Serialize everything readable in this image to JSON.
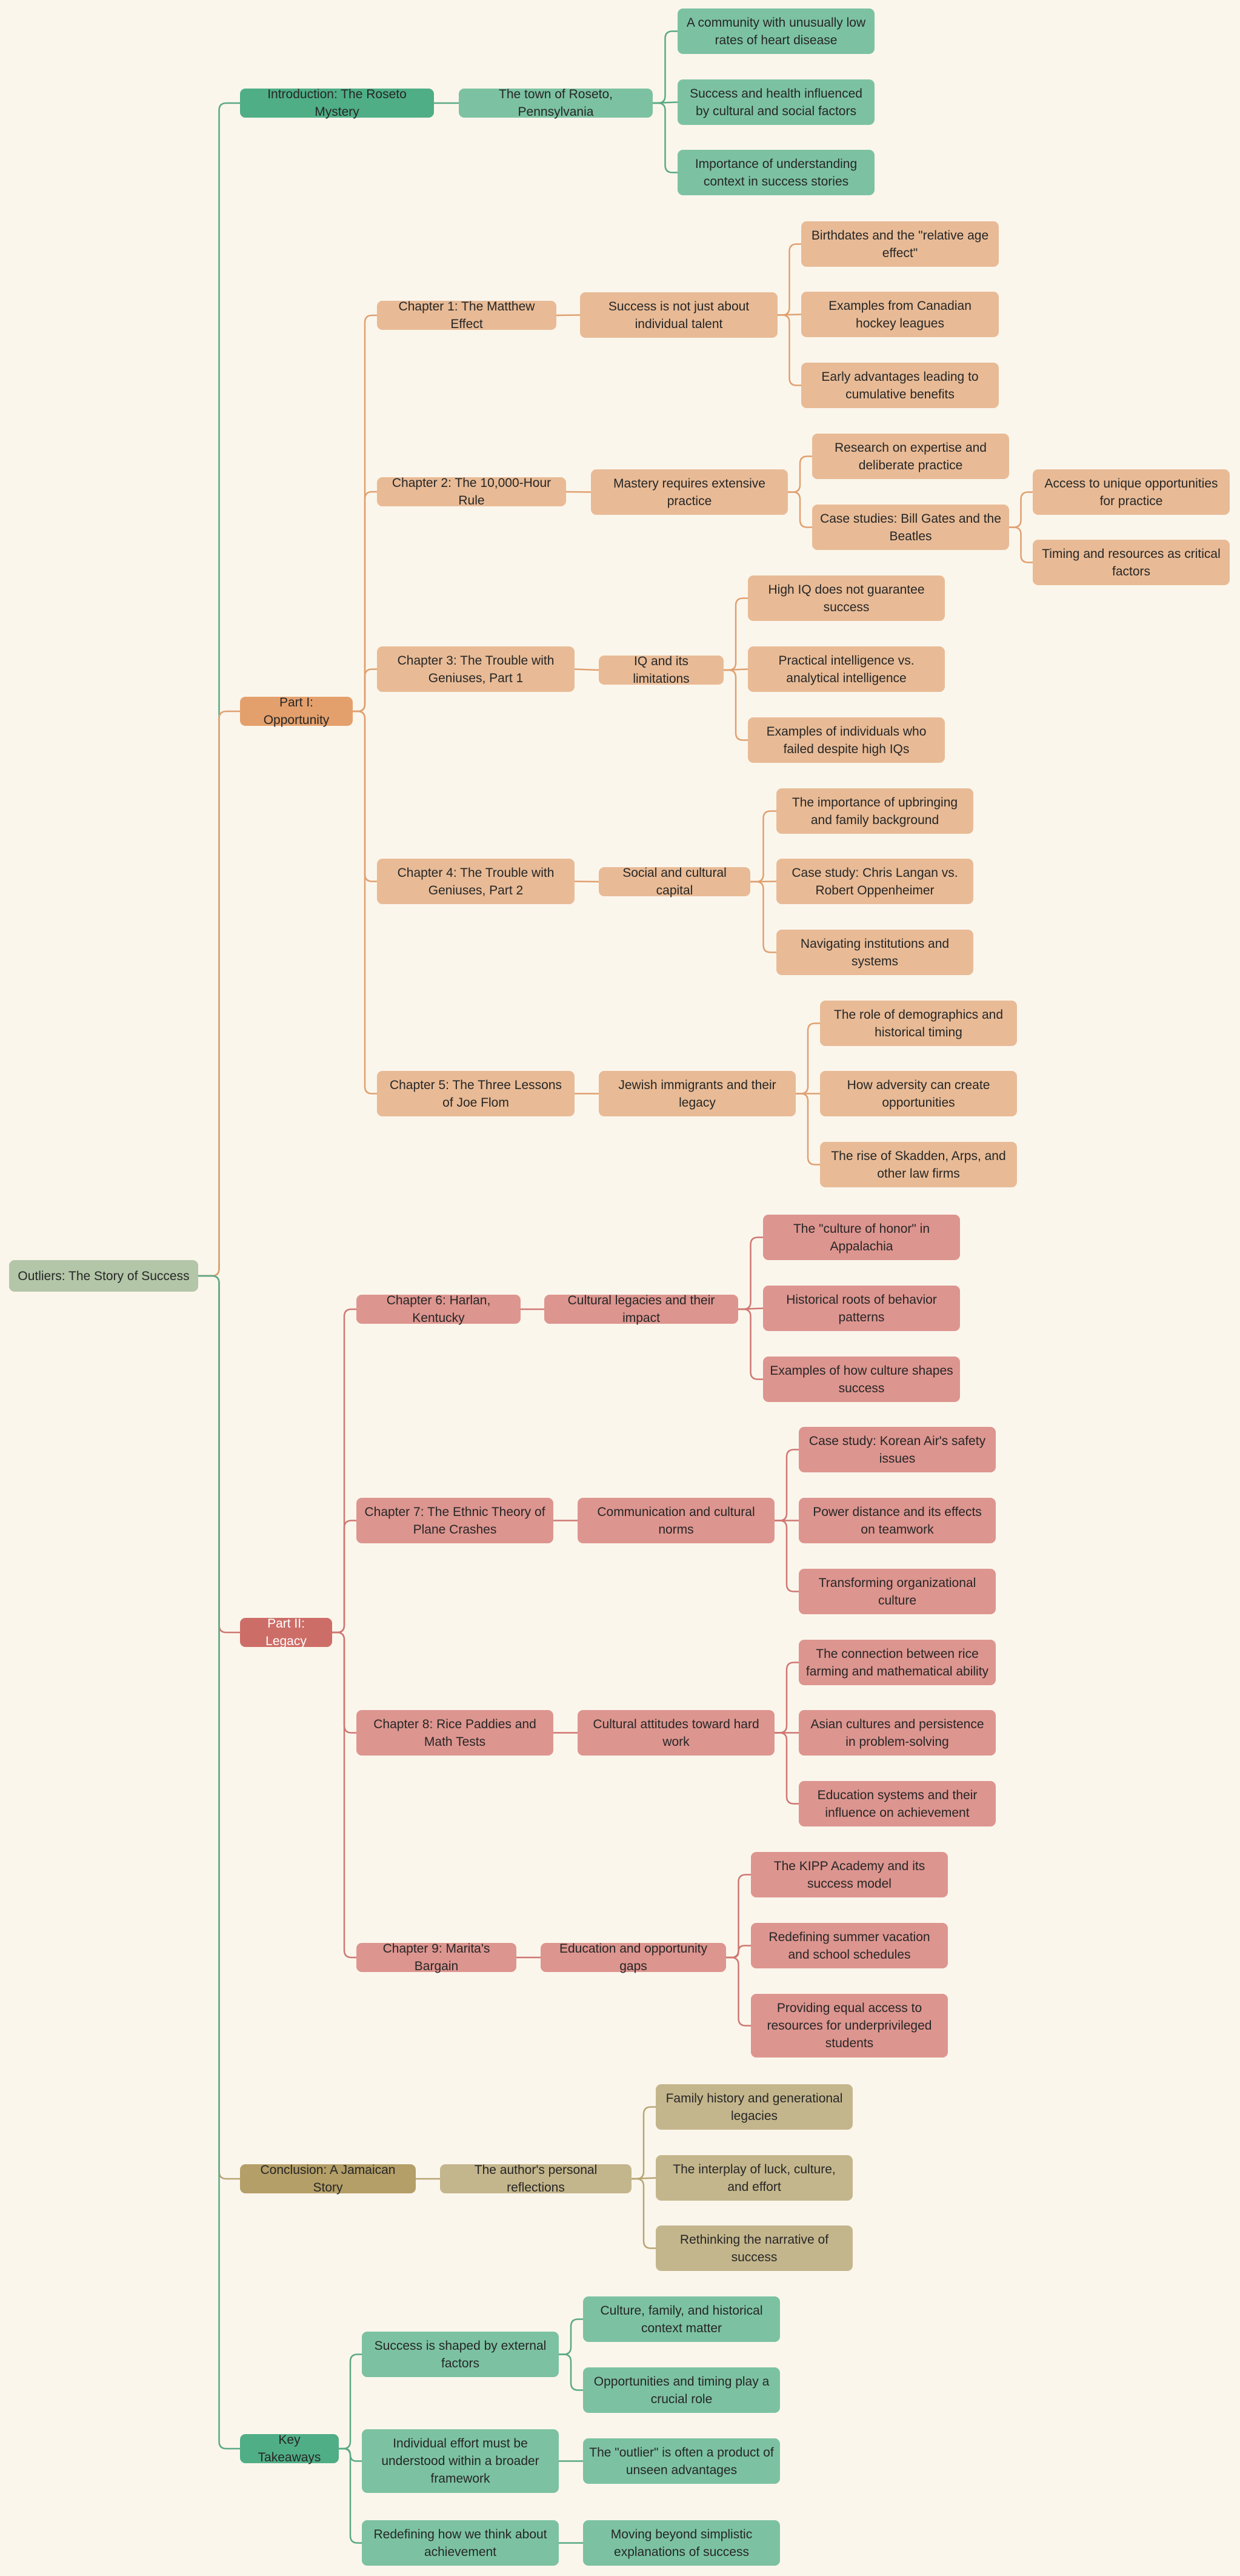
{
  "root": "Outliers: The Story of Success",
  "sections": [
    {
      "id": "intro",
      "label": "Introduction: The Roseto Mystery",
      "color": "#4fae86",
      "children": [
        {
          "label": "The town of Roseto, Pennsylvania",
          "children": [
            {
              "label": "A community with unusually low rates of heart disease"
            },
            {
              "label": "Success and health influenced by cultural and social factors"
            },
            {
              "label": "Importance of understanding context in success stories"
            }
          ]
        }
      ]
    },
    {
      "id": "part1",
      "label": "Part I: Opportunity",
      "color": "#e4a06c",
      "children": [
        {
          "label": "Chapter 1: The Matthew Effect",
          "children": [
            {
              "label": "Success is not just about individual talent",
              "children": [
                {
                  "label": "Birthdates and the \"relative age effect\""
                },
                {
                  "label": "Examples from Canadian hockey leagues"
                },
                {
                  "label": "Early advantages leading to cumulative benefits"
                }
              ]
            }
          ]
        },
        {
          "label": "Chapter 2: The 10,000-Hour Rule",
          "children": [
            {
              "label": "Mastery requires extensive practice",
              "children": [
                {
                  "label": "Research on expertise and deliberate practice"
                },
                {
                  "label": "Case studies: Bill Gates and the Beatles",
                  "children": [
                    {
                      "label": "Access to unique opportunities for practice"
                    },
                    {
                      "label": "Timing and resources as critical factors"
                    }
                  ]
                }
              ]
            }
          ]
        },
        {
          "label": "Chapter 3: The Trouble with Geniuses, Part 1",
          "children": [
            {
              "label": "IQ and its limitations",
              "children": [
                {
                  "label": "High IQ does not guarantee success"
                },
                {
                  "label": "Practical intelligence vs. analytical intelligence"
                },
                {
                  "label": "Examples of individuals who failed despite high IQs"
                }
              ]
            }
          ]
        },
        {
          "label": "Chapter 4: The Trouble with Geniuses, Part 2",
          "children": [
            {
              "label": "Social and cultural capital",
              "children": [
                {
                  "label": "The importance of upbringing and family background"
                },
                {
                  "label": "Case study: Chris Langan vs. Robert Oppenheimer"
                },
                {
                  "label": "Navigating institutions and systems"
                }
              ]
            }
          ]
        },
        {
          "label": "Chapter 5: The Three Lessons of Joe Flom",
          "children": [
            {
              "label": "Jewish immigrants and their legacy",
              "children": [
                {
                  "label": "The role of demographics and historical timing"
                },
                {
                  "label": "How adversity can create opportunities"
                },
                {
                  "label": "The rise of Skadden, Arps, and other law firms"
                }
              ]
            }
          ]
        }
      ]
    },
    {
      "id": "part2",
      "label": "Part II: Legacy",
      "color": "#cd6d67",
      "children": [
        {
          "label": "Chapter 6: Harlan, Kentucky",
          "children": [
            {
              "label": "Cultural legacies and their impact",
              "children": [
                {
                  "label": "The \"culture of honor\" in Appalachia"
                },
                {
                  "label": "Historical roots of behavior patterns"
                },
                {
                  "label": "Examples of how culture shapes success"
                }
              ]
            }
          ]
        },
        {
          "label": "Chapter 7: The Ethnic Theory of Plane Crashes",
          "children": [
            {
              "label": "Communication and cultural norms",
              "children": [
                {
                  "label": "Case study: Korean Air's safety issues"
                },
                {
                  "label": "Power distance and its effects on teamwork"
                },
                {
                  "label": "Transforming organizational culture"
                }
              ]
            }
          ]
        },
        {
          "label": "Chapter 8: Rice Paddies and Math Tests",
          "children": [
            {
              "label": "Cultural attitudes toward hard work",
              "children": [
                {
                  "label": "The connection between rice farming and mathematical ability"
                },
                {
                  "label": "Asian cultures and persistence in problem-solving"
                },
                {
                  "label": "Education systems and their influence on achievement"
                }
              ]
            }
          ]
        },
        {
          "label": "Chapter 9: Marita's Bargain",
          "children": [
            {
              "label": "Education and opportunity gaps",
              "children": [
                {
                  "label": "The KIPP Academy and its success model"
                },
                {
                  "label": "Redefining summer vacation and school schedules"
                },
                {
                  "label": "Providing equal access to resources for underprivileged students"
                }
              ]
            }
          ]
        }
      ]
    },
    {
      "id": "conclusion",
      "label": "Conclusion: A Jamaican Story",
      "color": "#b49f68",
      "children": [
        {
          "label": "The author's personal reflections",
          "children": [
            {
              "label": "Family history and generational legacies"
            },
            {
              "label": "The interplay of luck, culture, and effort"
            },
            {
              "label": "Rethinking the narrative of success"
            }
          ]
        }
      ]
    },
    {
      "id": "takeaways",
      "label": "Key Takeaways",
      "color": "#4fae86",
      "children": [
        {
          "label": "Success is shaped by external factors",
          "children": [
            {
              "label": "Culture, family, and historical context matter"
            },
            {
              "label": "Opportunities and timing play a crucial role"
            }
          ]
        },
        {
          "label": "Individual effort must be understood within a broader framework",
          "children": [
            {
              "label": "The \"outlier\" is often a product of unseen advantages"
            }
          ]
        },
        {
          "label": "Redefining how we think about achievement",
          "children": [
            {
              "label": "Moving beyond simplistic explanations of success"
            }
          ]
        }
      ]
    }
  ]
}
